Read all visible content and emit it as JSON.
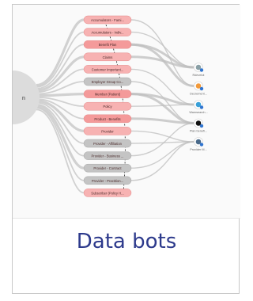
{
  "card": {
    "title": "Data bots",
    "graph": {
      "center_label": "n",
      "nodes": [
        {
          "label": "Accumulators - Fami...",
          "kind": "pink"
        },
        {
          "label": "Accumulators - Indiv...",
          "kind": "pink"
        },
        {
          "label": "Benefit Plan",
          "kind": "pinkstrong"
        },
        {
          "label": "Claims",
          "kind": "pink"
        },
        {
          "label": "Customer Important...",
          "kind": "pink"
        },
        {
          "label": "Employer Group Co...",
          "kind": "gray"
        },
        {
          "label": "Member (Patient)",
          "kind": "pinkstrong"
        },
        {
          "label": "Policy",
          "kind": "pink"
        },
        {
          "label": "Product - Benefits",
          "kind": "pinkstrong"
        },
        {
          "label": "Provider",
          "kind": "pink"
        },
        {
          "label": "Provider - Affiliation",
          "kind": "gray"
        },
        {
          "label": "Provider - Business ...",
          "kind": "gray"
        },
        {
          "label": "Provider - Contract",
          "kind": "gray"
        },
        {
          "label": "Provider - Practition...",
          "kind": "gray"
        },
        {
          "label": "Subscriber (Policy H...",
          "kind": "pink"
        }
      ],
      "bots": [
        {
          "label": "Rdevelot",
          "icon": "globe-icon",
          "color": "#8aa0a6"
        },
        {
          "label": "Decrement...",
          "icon": "flame-icon",
          "color": "#f29a3b"
        },
        {
          "label": "Wamsearch...",
          "icon": "robot-face-icon",
          "color": "#3aa0d8"
        },
        {
          "label": "Plan benefi...",
          "icon": "umbrella-icon",
          "color": "#111111"
        },
        {
          "label": "Provider M...",
          "icon": "person-icon",
          "color": "#4a6a8a"
        }
      ]
    }
  }
}
